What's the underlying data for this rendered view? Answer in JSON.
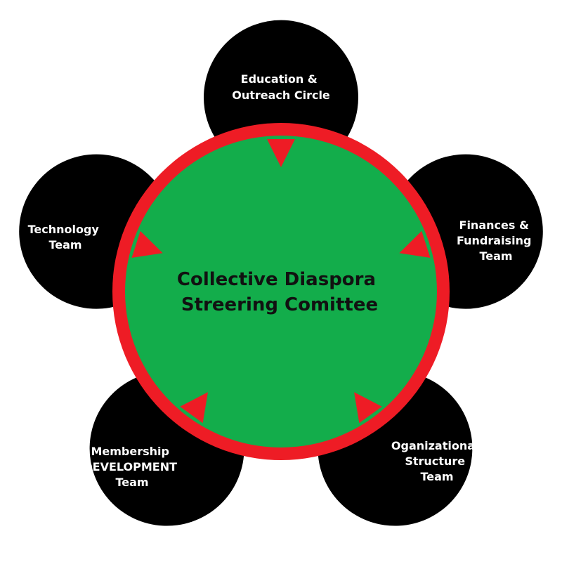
{
  "colors": {
    "background": "#ffffff",
    "center_fill": "#13ad4b",
    "ring": "#ee1c25",
    "petal": "#000000",
    "petal_text": "#ffffff",
    "center_text": "#111111"
  },
  "center": {
    "title_lines": [
      "Collective Diaspora",
      "Streering Comittee"
    ]
  },
  "teams": [
    {
      "id": "education",
      "lines": [
        "Education &",
        "Outreach Circle"
      ]
    },
    {
      "id": "finances",
      "lines": [
        "Finances &",
        "Fundraising",
        "Team"
      ]
    },
    {
      "id": "organizational",
      "lines": [
        "Oganizational",
        "Structure",
        "Team"
      ]
    },
    {
      "id": "membership",
      "lines": [
        "Membership",
        "DEVELOPMENT",
        "Team"
      ]
    },
    {
      "id": "technology",
      "lines": [
        "Technology",
        "Team"
      ]
    }
  ]
}
